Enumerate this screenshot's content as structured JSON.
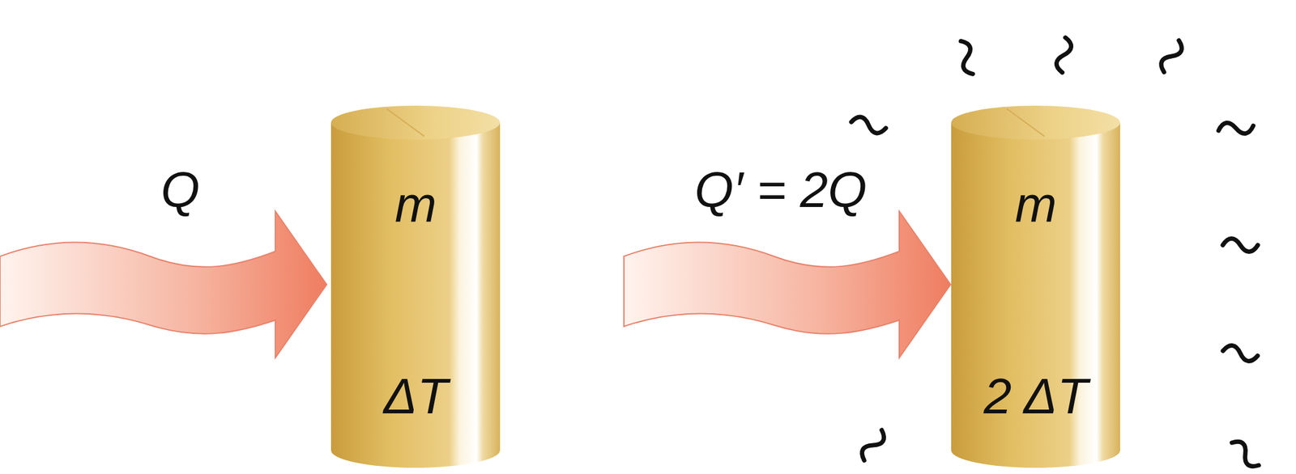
{
  "diagram": {
    "nodes": [
      {
        "text": [
          "m",
          "ΔT"
        ]
      },
      {
        "text": [
          "m",
          "2 ΔT"
        ]
      }
    ],
    "labels": [
      "Q",
      "Q′ = 2Q"
    ]
  }
}
